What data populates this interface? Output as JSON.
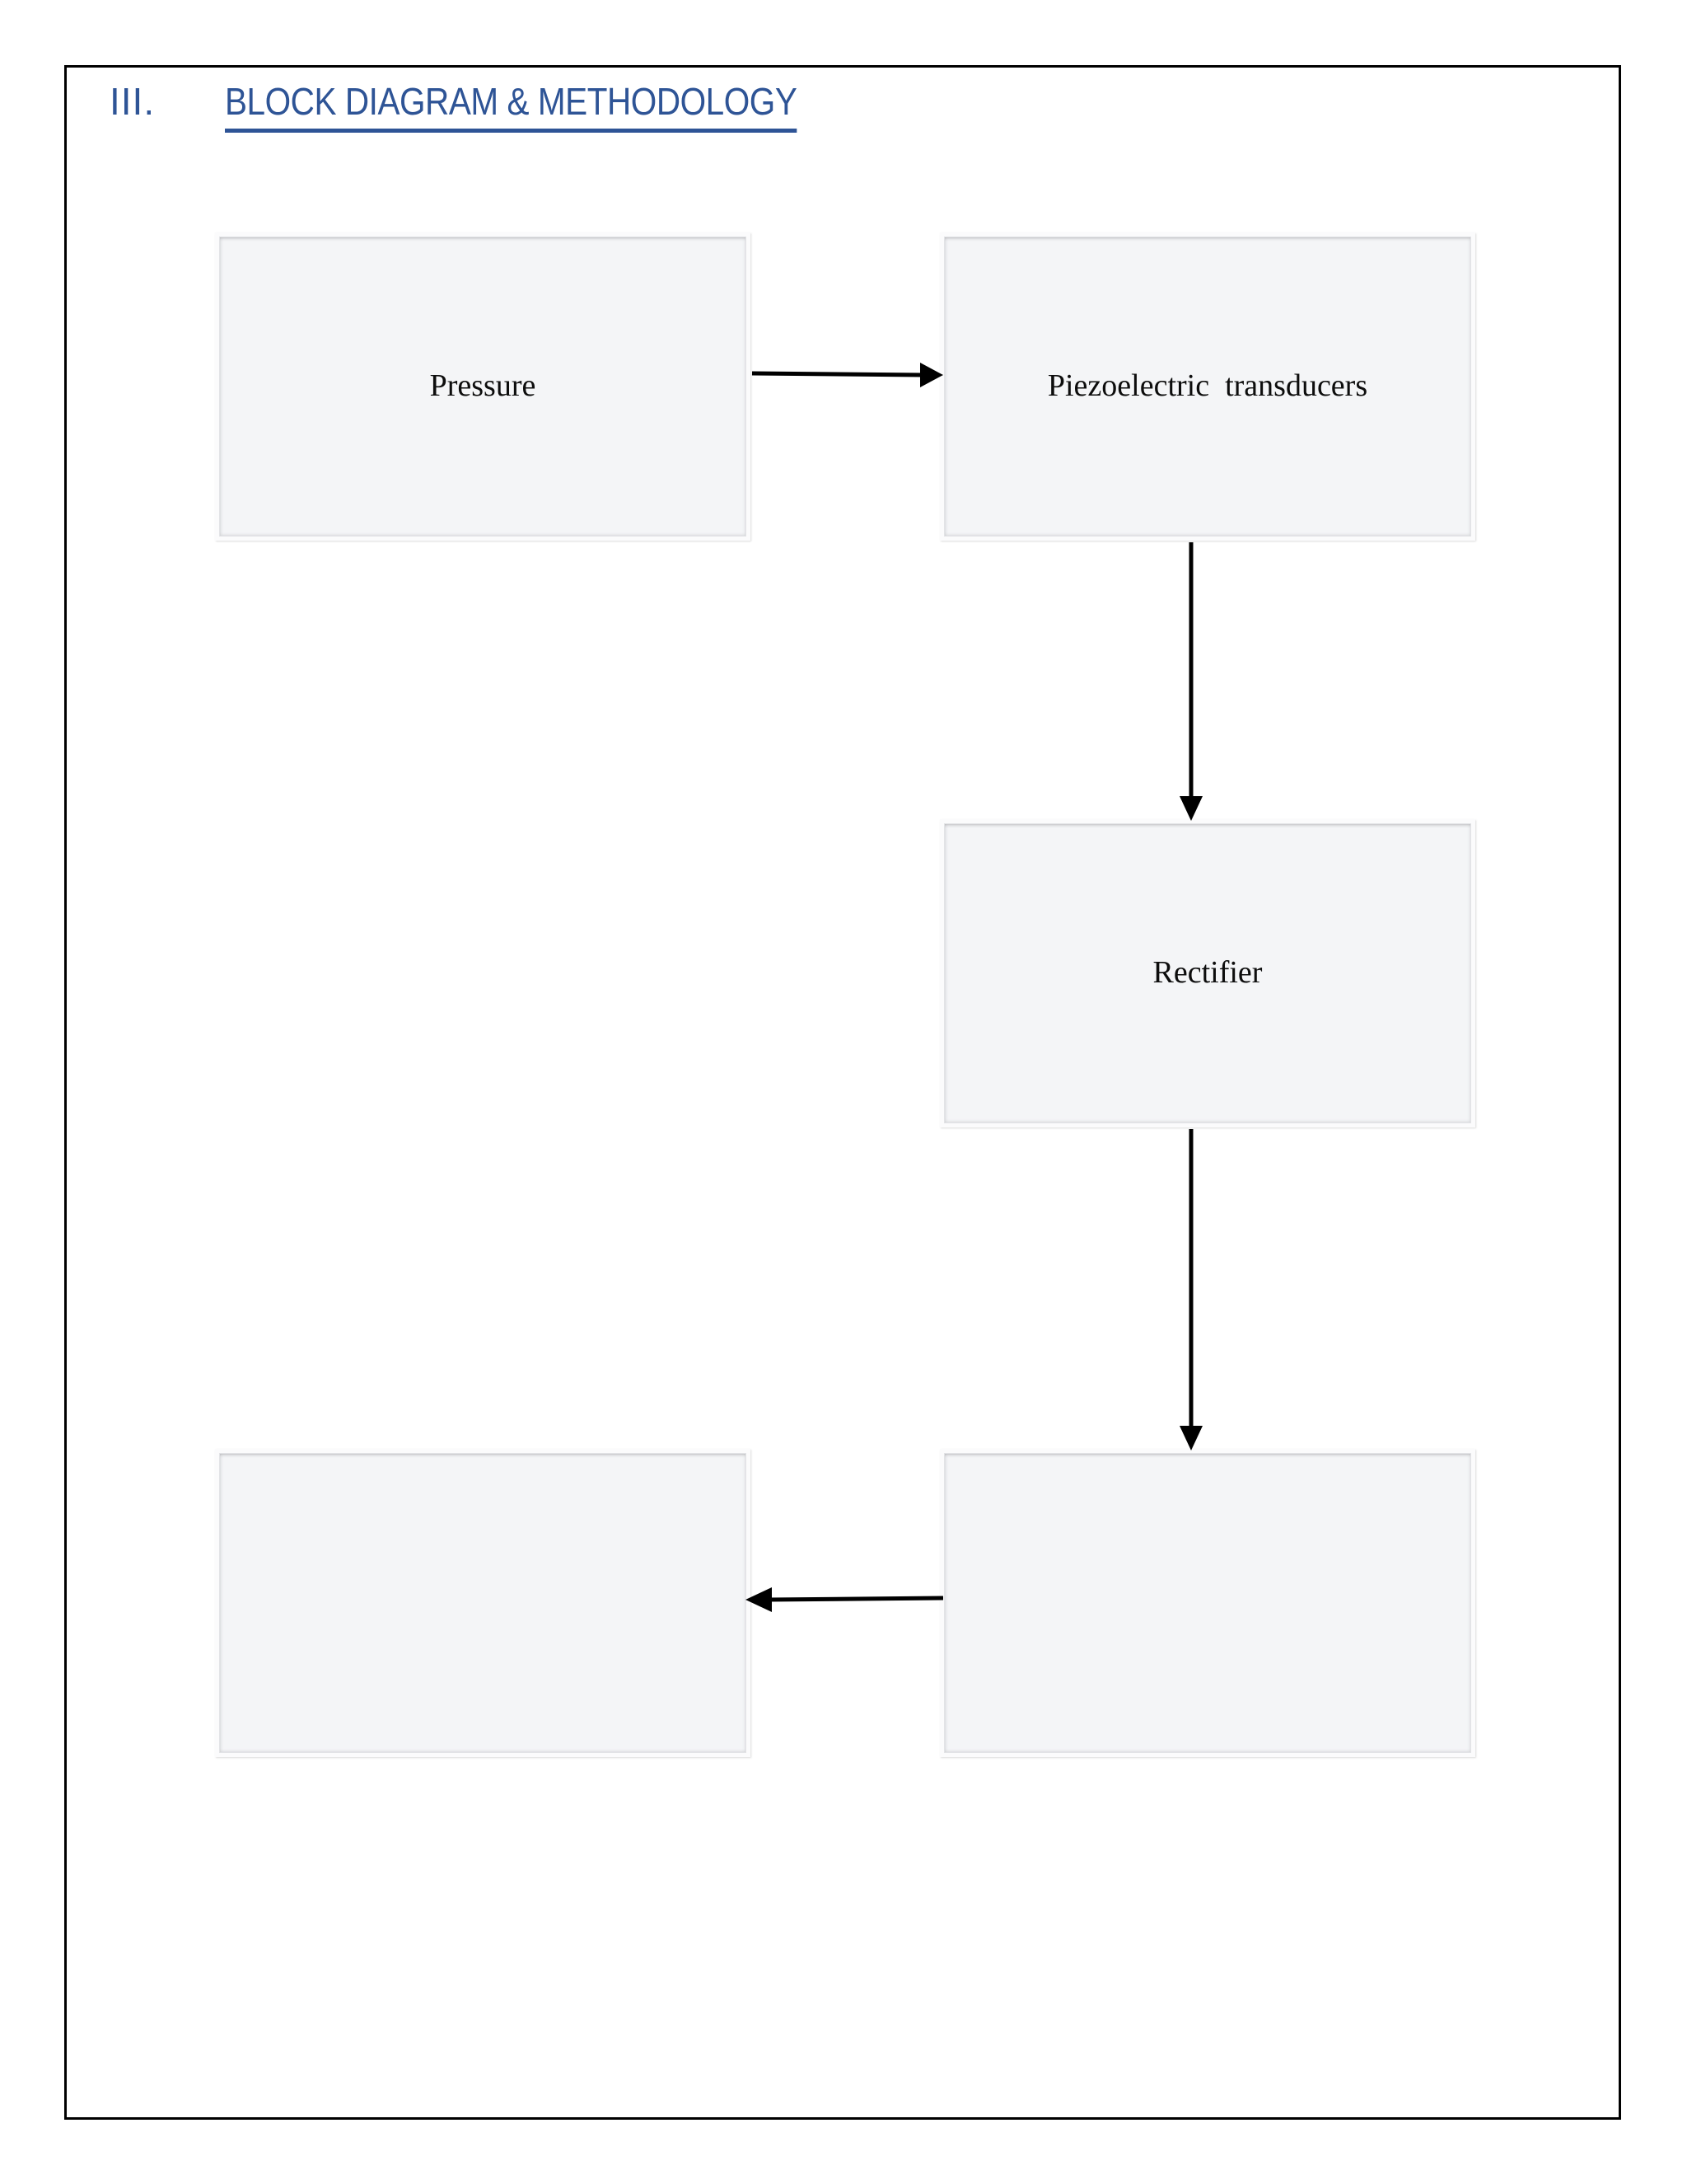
{
  "document": {
    "heading": {
      "number": "III.",
      "title": "BLOCK DIAGRAM & METHODOLOGY",
      "color": "#2E5496",
      "underline": true
    }
  },
  "diagram": {
    "type": "block-diagram",
    "blocks": [
      {
        "id": "pressure",
        "label": "Pressure",
        "row": 1,
        "column": "left"
      },
      {
        "id": "transducers",
        "label": "Piezoelectric  transducers",
        "row": 1,
        "column": "right"
      },
      {
        "id": "rectifier",
        "label": "Rectifier",
        "row": 2,
        "column": "right"
      },
      {
        "id": "block-bottom-right",
        "label": "",
        "row": 3,
        "column": "right"
      },
      {
        "id": "block-bottom-left",
        "label": "",
        "row": 3,
        "column": "left"
      }
    ],
    "connectors": [
      {
        "from": "pressure",
        "to": "transducers",
        "direction": "right"
      },
      {
        "from": "transducers",
        "to": "rectifier",
        "direction": "down"
      },
      {
        "from": "rectifier",
        "to": "block-bottom-right",
        "direction": "down"
      },
      {
        "from": "block-bottom-right",
        "to": "block-bottom-left",
        "direction": "left"
      }
    ],
    "style": {
      "box_fill": "#F4F5F7",
      "box_border": "#E2E3E6",
      "arrow_color": "#000000",
      "text_color": "#0d0d0d"
    }
  }
}
